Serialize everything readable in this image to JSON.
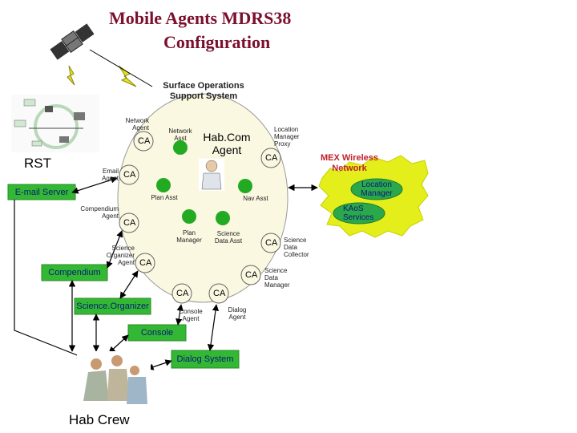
{
  "title": {
    "line1": "Mobile Agents MDRS38",
    "line2": "Configuration"
  },
  "sos": {
    "line1": "Surface Operations",
    "line2": "Support System"
  },
  "rst_label": "RST",
  "hab_crew_label": "Hab Crew",
  "habcom": {
    "line1": "Hab.Com",
    "line2": "Agent"
  },
  "ca_label": "CA",
  "agent_labels": {
    "network_agent": [
      "Network",
      "Agent"
    ],
    "network_asst": [
      "Network",
      "Asst"
    ],
    "location_manager_proxy": [
      "Location",
      "Manager",
      "Proxy"
    ],
    "email_agent": [
      "Email",
      "Agent"
    ],
    "plan_asst": [
      "Plan Asst"
    ],
    "nav_asst": [
      "Nav Asst"
    ],
    "compendium_agent": [
      "Compendium",
      "Agent"
    ],
    "plan_manager": [
      "Plan",
      "Manager"
    ],
    "science_data_asst": [
      "Science",
      "Data Asst"
    ],
    "science_organizer_agent": [
      "Science",
      "Organizer",
      "Agent"
    ],
    "science_data_collector": [
      "Science",
      "Data",
      "Collector"
    ],
    "science_data_manager": [
      "Science",
      "Data",
      "Manager"
    ],
    "console_agent": [
      "Console",
      "Agent"
    ],
    "dialog_agent": [
      "Dialog",
      "Agent"
    ]
  },
  "green_boxes": {
    "email_server": "E-mail Server",
    "compendium": "Compendium",
    "science_organizer": "Science.Organizer",
    "console": "Console",
    "dialog_system": "Dialog System"
  },
  "mex": {
    "line1": "MEX Wireless",
    "line2": "Network",
    "location_manager": [
      "Location",
      "Manager"
    ],
    "kaos_services": [
      "KAoS",
      "Services"
    ]
  },
  "colors": {
    "title": "#7a0f2e",
    "green": "#33b833",
    "box_text": "#0a1a7a",
    "mex_red": "#c0202a",
    "bubble": "#fbf8e2"
  }
}
